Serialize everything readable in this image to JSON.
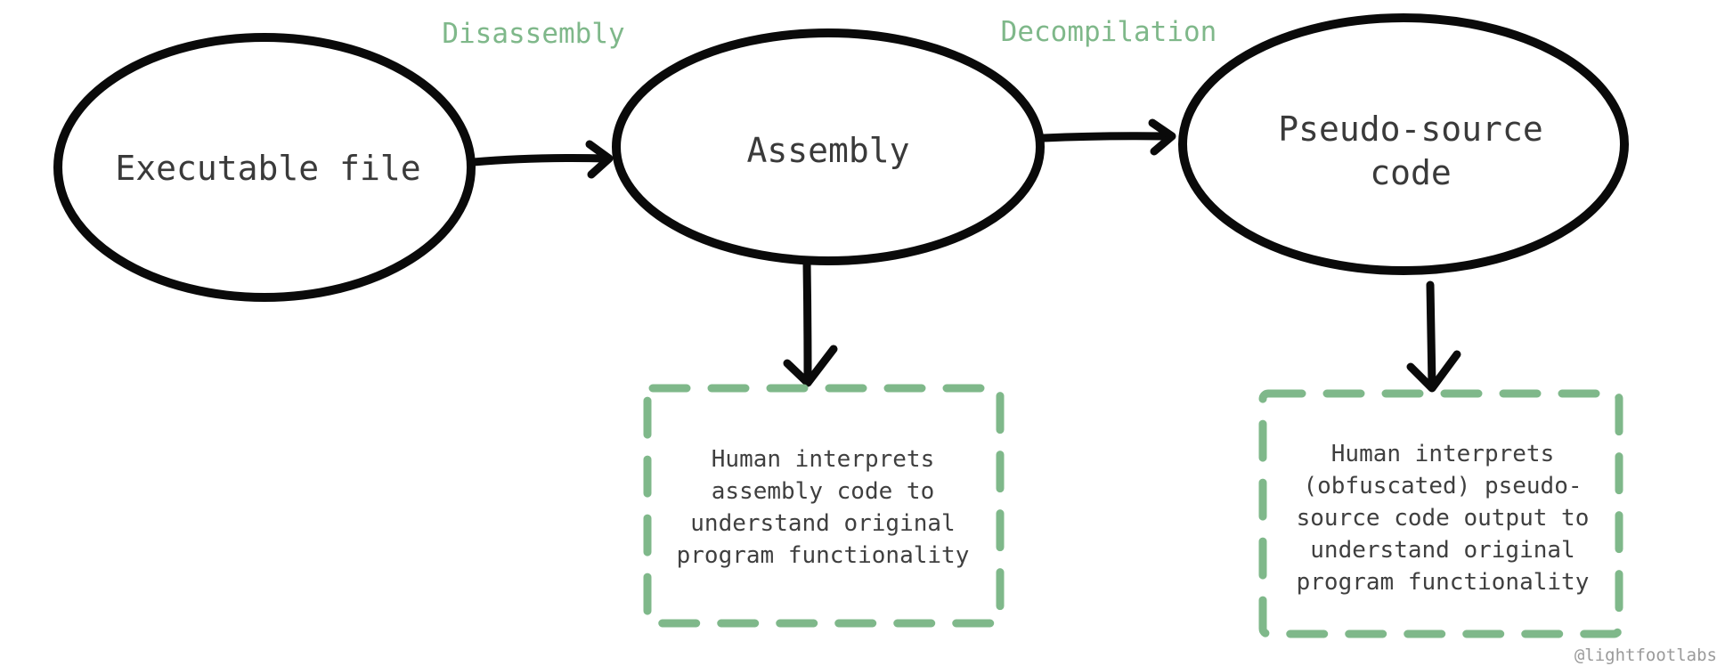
{
  "nodes": {
    "executable": {
      "label": "Executable file"
    },
    "assembly": {
      "label": "Assembly"
    },
    "pseudo_source": {
      "label_lines": [
        "Pseudo-source",
        "code"
      ]
    }
  },
  "edges": {
    "disassembly": {
      "label": "Disassembly"
    },
    "decompilation": {
      "label": "Decompilation"
    }
  },
  "notes": {
    "assembly_note": {
      "lines": [
        "Human interprets",
        "assembly code to",
        "understand original",
        "program functionality"
      ]
    },
    "pseudo_note": {
      "lines": [
        "Human interprets",
        "(obfuscated) pseudo-",
        "source code output to",
        "understand original",
        "program functionality"
      ]
    }
  },
  "watermark": "@lightfootlabs",
  "colors": {
    "accent_green": "#7fb88a",
    "stroke": "#0a0a0a",
    "text": "#3a3a3a"
  }
}
